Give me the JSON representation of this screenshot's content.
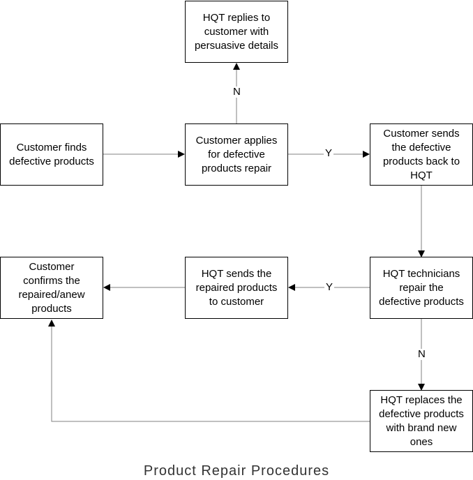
{
  "nodes": {
    "hqt_replies": "HQT replies to\ncustomer with\npersuasive details",
    "customer_finds": "Customer finds\ndefective products",
    "customer_applies": "Customer applies\nfor defective\nproducts  repair",
    "customer_sends": "Customer sends\nthe defective\nproducts back to\nHQT",
    "customer_confirms": "Customer\nconfirms the\nrepaired/anew\nproducts",
    "hqt_sends": "HQT sends the\nrepaired products\nto customer",
    "hqt_technicians": "HQT technicians\nrepair the\ndefective products",
    "hqt_replaces": "HQT replaces the\ndefective products\nwith brand new\nones"
  },
  "edge_labels": {
    "apply_no": "N",
    "apply_yes": "Y",
    "repair_yes": "Y",
    "repair_no": "N"
  },
  "caption": "Product Repair Procedures",
  "colors": {
    "line": "#000000",
    "connector": "#808080"
  }
}
